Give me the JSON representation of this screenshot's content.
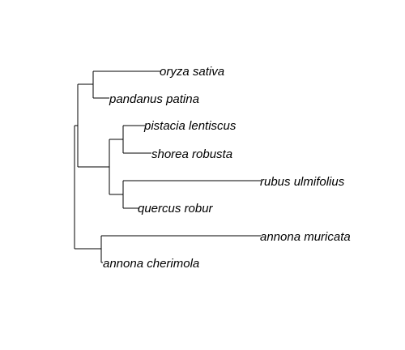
{
  "tree": {
    "line_color": "#000000",
    "text_color": "#000000",
    "tips": [
      {
        "id": "oryza",
        "label": "oryza sativa"
      },
      {
        "id": "pandanus",
        "label": "pandanus patina"
      },
      {
        "id": "pistacia",
        "label": "pistacia lentiscus"
      },
      {
        "id": "shorea",
        "label": "shorea robusta"
      },
      {
        "id": "rubus",
        "label": "rubus ulmifolius"
      },
      {
        "id": "quercus",
        "label": "quercus robur"
      },
      {
        "id": "muricata",
        "label": "annona muricata"
      },
      {
        "id": "cherimola",
        "label": "annona cherimola"
      }
    ]
  }
}
